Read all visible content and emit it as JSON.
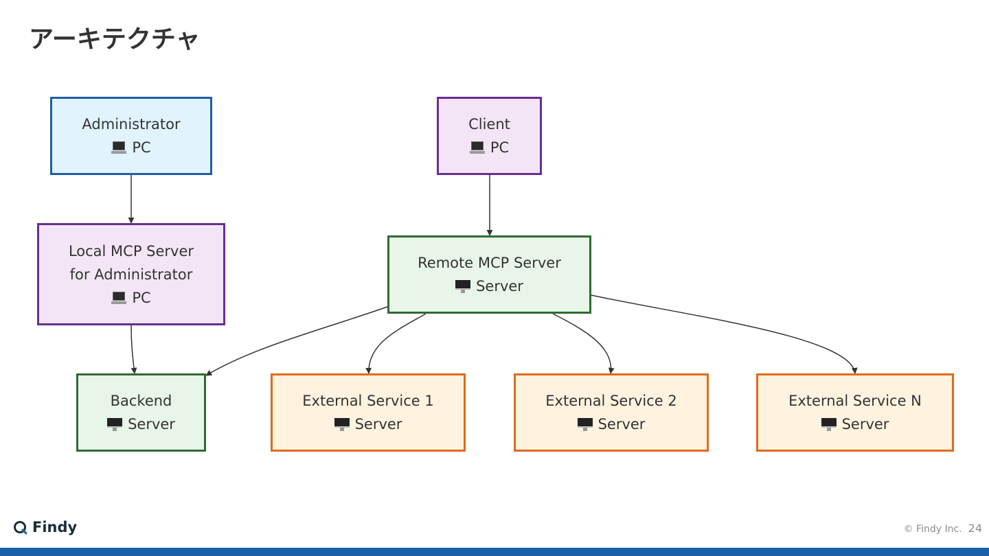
{
  "slide": {
    "title": "アーキテクチャ"
  },
  "diagram": {
    "nodes": [
      {
        "id": "administrator",
        "name": "node-administrator",
        "lines": [
          "Administrator"
        ],
        "icon": "laptop-icon",
        "device": "PC",
        "fill": "#e1f4fd",
        "stroke": "#1e5f9e"
      },
      {
        "id": "local_mcp",
        "name": "node-local-mcp-server",
        "lines": [
          "Local MCP Server",
          "for Administrator"
        ],
        "icon": "laptop-icon",
        "device": "PC",
        "fill": "#f3e5f5",
        "stroke": "#6a2c91"
      },
      {
        "id": "client",
        "name": "node-client",
        "lines": [
          "Client"
        ],
        "icon": "laptop-icon",
        "device": "PC",
        "fill": "#f3e5f5",
        "stroke": "#6a2c91"
      },
      {
        "id": "remote_mcp",
        "name": "node-remote-mcp-server",
        "lines": [
          "Remote MCP Server"
        ],
        "icon": "desktop-icon",
        "device": "Server",
        "fill": "#e8f5e9",
        "stroke": "#2e6b30"
      },
      {
        "id": "backend",
        "name": "node-backend",
        "lines": [
          "Backend"
        ],
        "icon": "desktop-icon",
        "device": "Server",
        "fill": "#e8f5e9",
        "stroke": "#2e6b30"
      },
      {
        "id": "ext1",
        "name": "node-external-service-1",
        "lines": [
          "External Service 1"
        ],
        "icon": "desktop-icon",
        "device": "Server",
        "fill": "#fff3e0",
        "stroke": "#e06a1b"
      },
      {
        "id": "ext2",
        "name": "node-external-service-2",
        "lines": [
          "External Service 2"
        ],
        "icon": "desktop-icon",
        "device": "Server",
        "fill": "#fff3e0",
        "stroke": "#e06a1b"
      },
      {
        "id": "extN",
        "name": "node-external-service-n",
        "lines": [
          "External Service N"
        ],
        "icon": "desktop-icon",
        "device": "Server",
        "fill": "#fff3e0",
        "stroke": "#e06a1b"
      }
    ],
    "edges": [
      {
        "from": "administrator",
        "to": "local_mcp"
      },
      {
        "from": "local_mcp",
        "to": "backend"
      },
      {
        "from": "client",
        "to": "remote_mcp"
      },
      {
        "from": "remote_mcp",
        "to": "backend"
      },
      {
        "from": "remote_mcp",
        "to": "ext1"
      },
      {
        "from": "remote_mcp",
        "to": "ext2"
      },
      {
        "from": "remote_mcp",
        "to": "extN"
      }
    ],
    "edge_color": "#333333"
  },
  "footer": {
    "logo_text": "Findy",
    "copyright": "© Findy Inc.",
    "page_number": "24",
    "brand_color": "#1a5fa8"
  }
}
